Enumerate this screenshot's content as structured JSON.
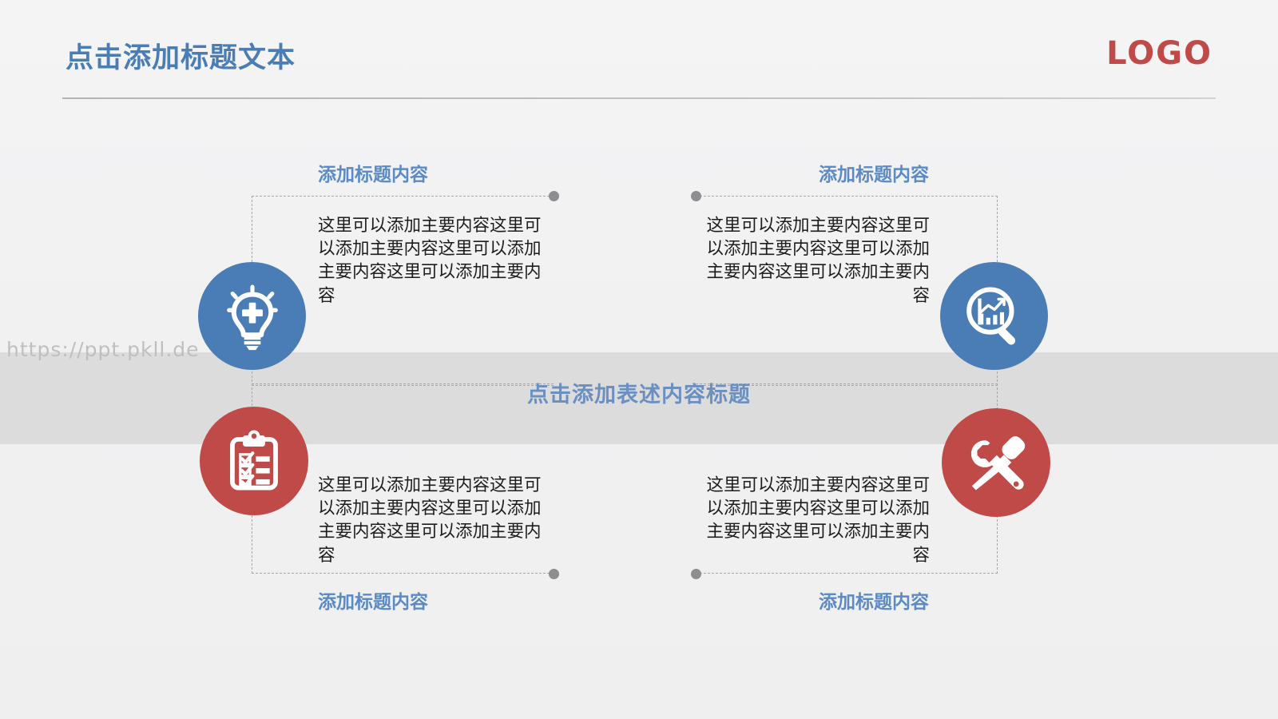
{
  "header": {
    "title": "点击添加标题文本",
    "logo": "LOGO"
  },
  "watermark": {
    "text": "https://ppt.pkll.de"
  },
  "center": {
    "heading": "点击添加表述内容标题"
  },
  "colors": {
    "blue": "#4a7cb5",
    "heading_blue": "#5b8ac4",
    "center_blue": "#6b8fc0",
    "red": "#c04a47",
    "band_gray": "#dcdcdc",
    "dash_gray": "#a6a6a8",
    "dot_gray": "#8e8e90",
    "background": "#f1f1f2",
    "body_text": "#1d1d1d",
    "watermark_gray": "#bfbfc1"
  },
  "quadrants": [
    {
      "id": "top-left",
      "icon": "lightbulb-plus-icon",
      "icon_color": "#4a7cb5",
      "heading": "添加标题内容",
      "body": "这里可以添加主要内容这里可以添加主要内容这里可以添加主要内容这里可以添加主要内容",
      "align": "left"
    },
    {
      "id": "top-right",
      "icon": "magnifier-bar-chart-icon",
      "icon_color": "#4a7cb5",
      "heading": "添加标题内容",
      "body": "这里可以添加主要内容这里可以添加主要内容这里可以添加主要内容这里可以添加主要内容",
      "align": "right"
    },
    {
      "id": "bottom-left",
      "icon": "clipboard-checklist-icon",
      "icon_color": "#c04a47",
      "heading": "添加标题内容",
      "body": "这里可以添加主要内容这里可以添加主要内容这里可以添加主要内容这里可以添加主要内容",
      "align": "left"
    },
    {
      "id": "bottom-right",
      "icon": "wrench-screwdriver-icon",
      "icon_color": "#c04a47",
      "heading": "添加标题内容",
      "body": "这里可以添加主要内容这里可以添加主要内容这里可以添加主要内容这里可以添加主要内容",
      "align": "right"
    }
  ]
}
